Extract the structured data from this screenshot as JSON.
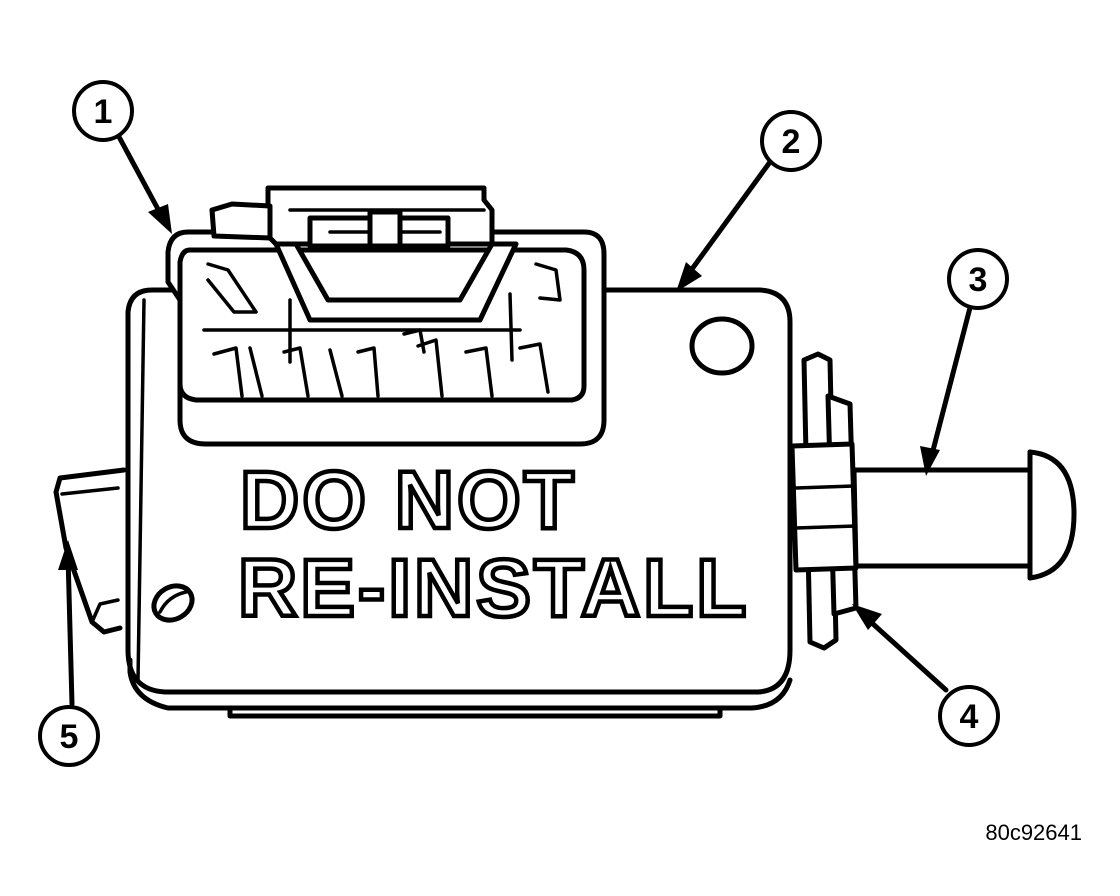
{
  "body_text": {
    "line1": "DO NOT",
    "line2": "RE-INSTALL"
  },
  "callouts": [
    {
      "label": "1"
    },
    {
      "label": "2"
    },
    {
      "label": "3"
    },
    {
      "label": "4"
    },
    {
      "label": "5"
    }
  ],
  "figure_id": "80c92641"
}
